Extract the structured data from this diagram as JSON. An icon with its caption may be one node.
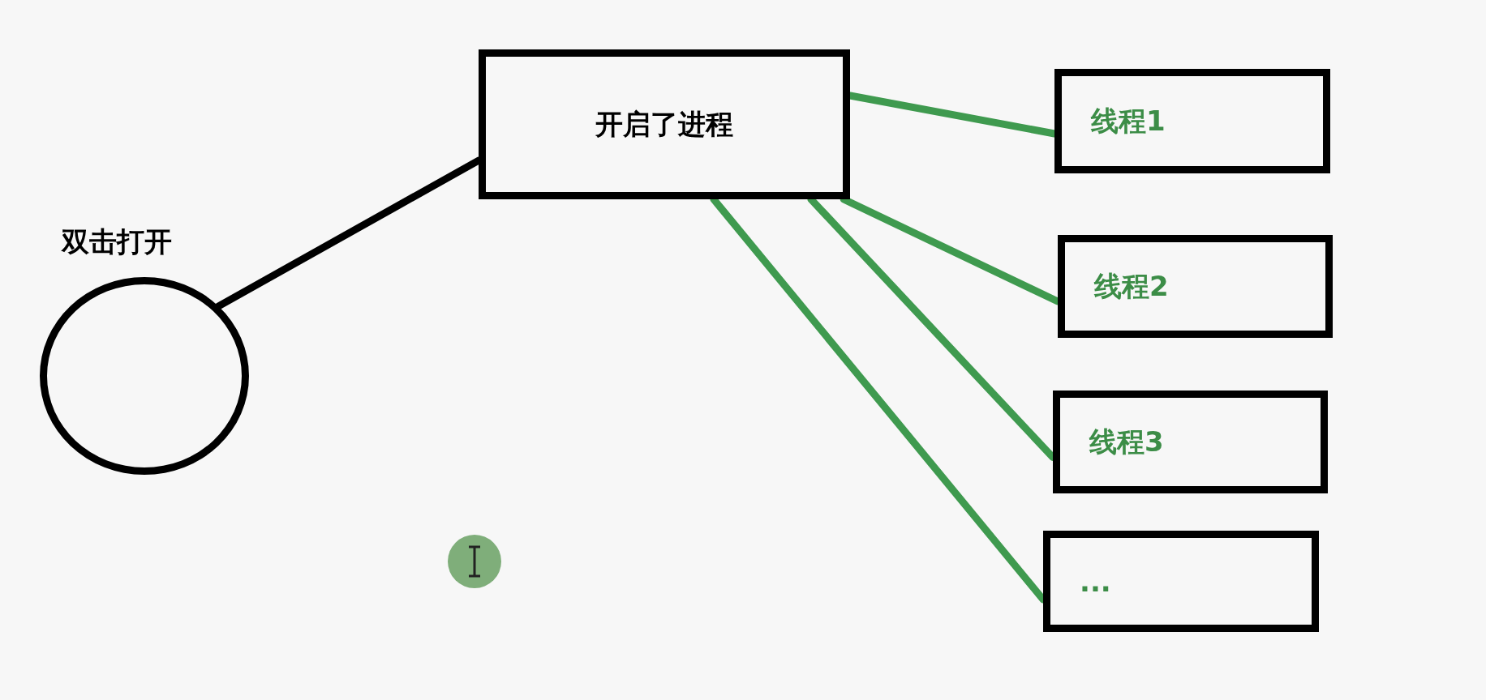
{
  "diagram": {
    "nodes": [
      {
        "text": [],
        "shape": "circle",
        "beside": [
          "双击打开"
        ]
      },
      {
        "text": [
          "开启了进程"
        ]
      },
      {
        "text": [
          "线程1"
        ]
      },
      {
        "text": [
          "线程2"
        ]
      },
      {
        "text": [
          "线程3"
        ]
      },
      {
        "text": [
          "..."
        ]
      }
    ],
    "edges": [
      {
        "from": 0,
        "to": 1,
        "arrow": "none",
        "color": "#000000"
      },
      {
        "from": 1,
        "to": 2,
        "arrow": "none",
        "color": "#3f9a4f"
      },
      {
        "from": 1,
        "to": 3,
        "arrow": "none",
        "color": "#3f9a4f"
      },
      {
        "from": 1,
        "to": 4,
        "arrow": "none",
        "color": "#3f9a4f"
      },
      {
        "from": 1,
        "to": 5,
        "arrow": "none",
        "color": "#3f9a4f"
      }
    ]
  }
}
